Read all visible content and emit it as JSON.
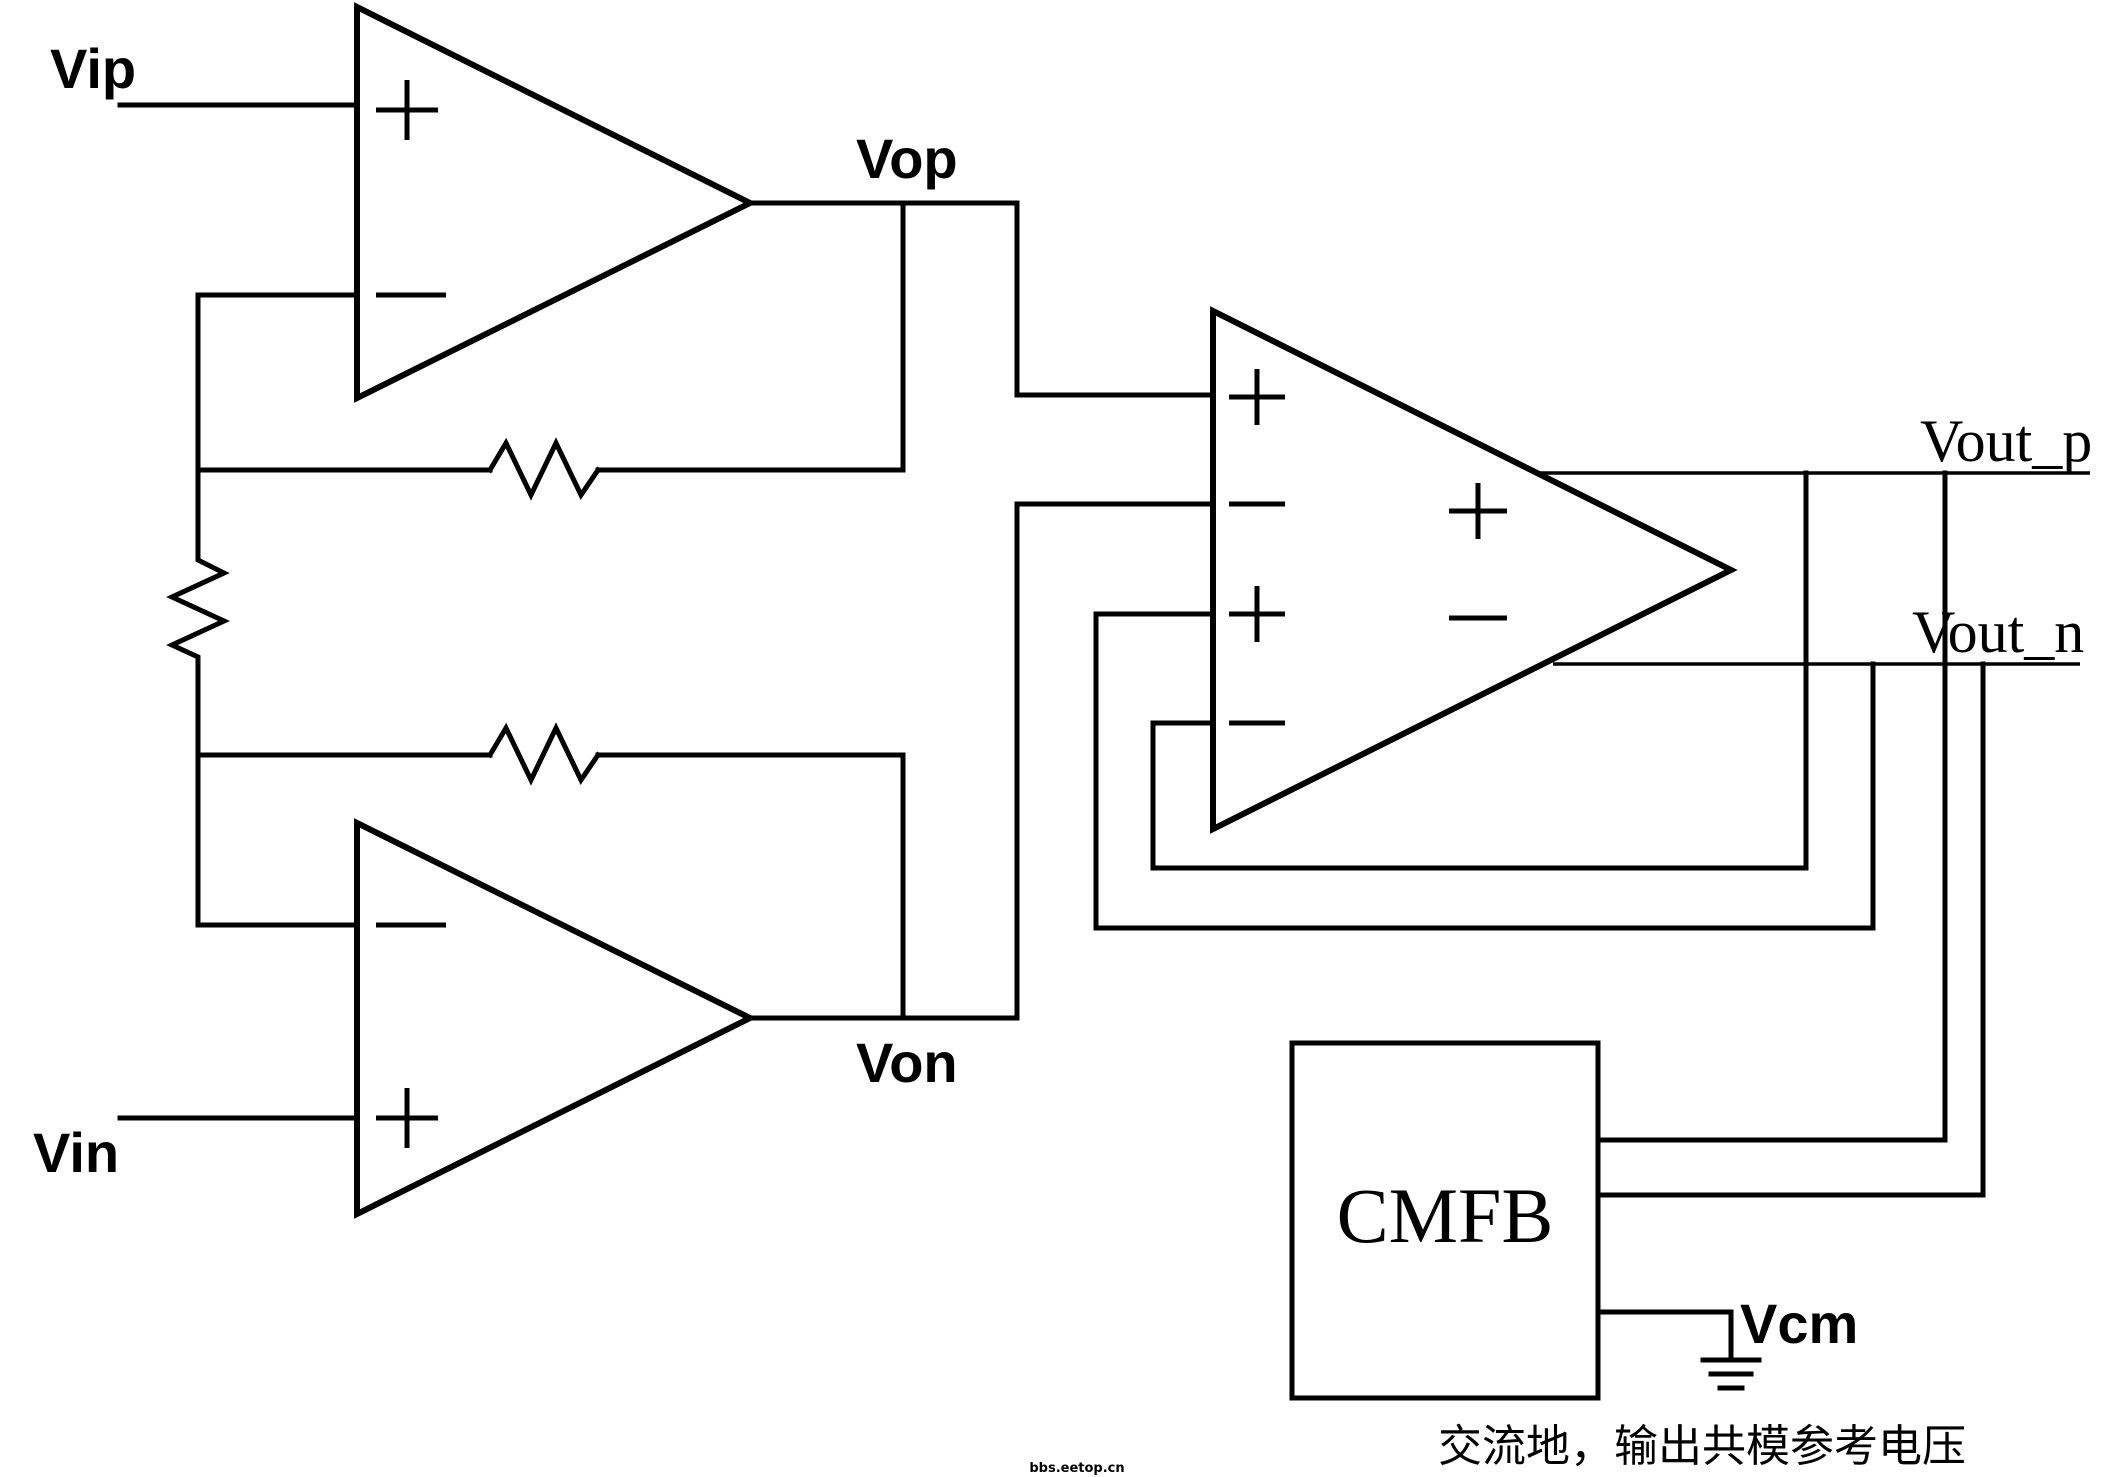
{
  "labels": {
    "vip": "Vip",
    "vin": "Vin",
    "vop": "Vop",
    "von": "Von",
    "vout_p": "Vout_p",
    "vout_n": "Vout_n",
    "vcm": "Vcm"
  },
  "cmfb_label": "CMFB",
  "caption": "交流地，输出共模参考电压",
  "watermark": "bbs.eetop.cn"
}
